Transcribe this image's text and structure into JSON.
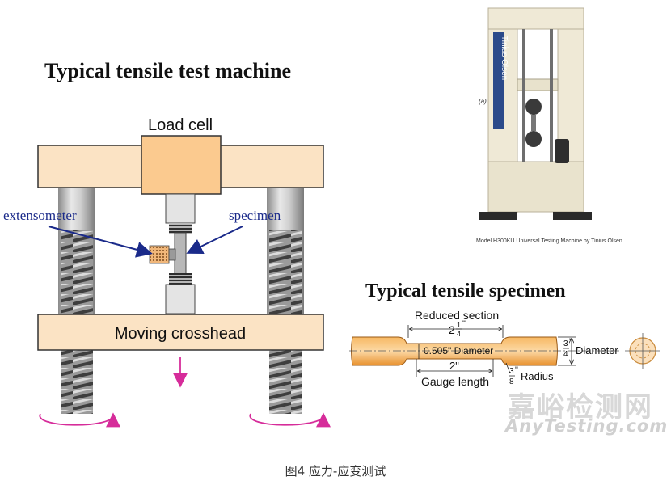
{
  "machine_diagram": {
    "title": "Typical tensile test machine",
    "load_cell_label": "Load cell",
    "extensometer_label": "extensometer",
    "specimen_label": "specimen",
    "crosshead_label": "Moving crosshead"
  },
  "photo": {
    "panel_label": "(a)",
    "brand_vertical": "Tinius Olsen",
    "caption": "Model H300KU Universal Testing Machine by Tinius Olsen"
  },
  "specimen_diagram": {
    "title": "Typical tensile specimen",
    "reduced_section_label": "Reduced section",
    "reduced_length_whole": "2",
    "reduced_length_num": "1",
    "reduced_length_den": "4",
    "inch_mark": "\"",
    "center_diameter_label": "0.505\" Diameter",
    "gauge_value": "2\"",
    "gauge_label": "Gauge length",
    "end_diameter_num": "3",
    "end_diameter_den": "4",
    "end_diameter_label": "Diameter",
    "radius_num": "3",
    "radius_den": "8",
    "radius_label": "Radius"
  },
  "watermark": {
    "chinese": "嘉峪检测网",
    "english": "AnyTesting.com"
  },
  "figure_caption": "图4  应力-应变测试",
  "colors": {
    "frame": "#fbe3c4",
    "load_cell": "#fbca8f",
    "specimen": "#f5a43a",
    "arrow_blue": "#1a2a8a",
    "motion_magenta": "#d62c9a"
  }
}
